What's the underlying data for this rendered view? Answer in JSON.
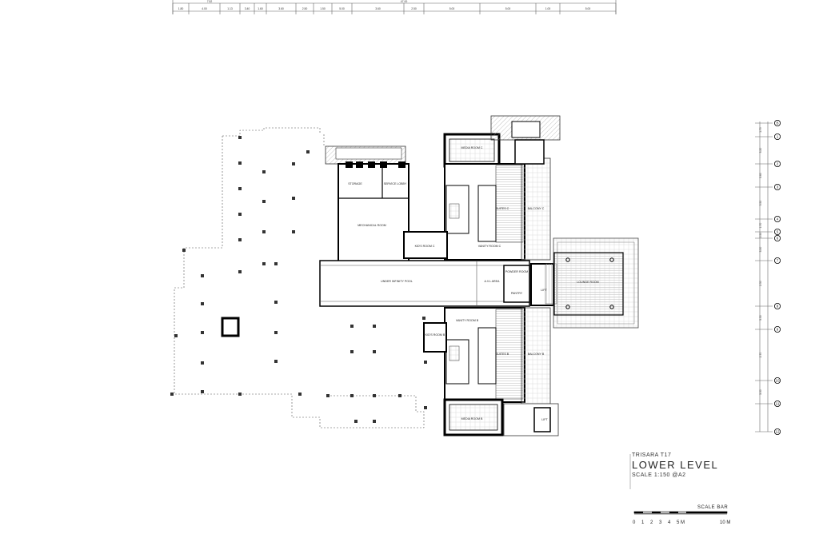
{
  "title_block": {
    "project": "TRISARA T17",
    "sheet_title": "LOWER LEVEL",
    "scale_note": "SCALE  1:150 @A2"
  },
  "scale_bar": {
    "label": "SCALE BAR",
    "ticks": [
      "0",
      "1",
      "2",
      "3",
      "4",
      "5 M",
      "10 M"
    ]
  },
  "top_dimensions": {
    "overall": [
      "7.52",
      "47.00"
    ],
    "segments": [
      "1.80",
      "4.00",
      "1.13",
      "3.40",
      "1.60",
      "3.60",
      "2.50",
      "1.50",
      "5.00",
      "3.60",
      "2.50",
      "5.00",
      "5.00",
      "1.00",
      "5.00"
    ]
  },
  "right_grid": {
    "bubbles": [
      "B",
      "1",
      "2",
      "3",
      "4",
      "5",
      "6",
      "7",
      "8",
      "9",
      "10",
      "11",
      "12",
      "13",
      "14"
    ],
    "dimensions": [
      "1.70",
      "3.20",
      "3.60",
      "5.50",
      "1.70",
      "2.50",
      "3.50",
      "2.50",
      "5.50",
      "2.70",
      "3.50"
    ]
  },
  "rooms": {
    "media_c": "MEDIA ROOM C",
    "storage": "STORAGE",
    "service_lobby": "SERVICE LOBBY",
    "mechanical": "MECHANICAL ROOM",
    "suites_c": "SUITES C",
    "balcony_c": "BALCONY C",
    "kids_c": "KID'S ROOM C",
    "vanity_c": "VANITY ROOM C",
    "powder": "POWDER ROOM",
    "pool": "UNDER INFINITY POOL",
    "av_area": "A.V.L AREA",
    "pantry": "PANTRY",
    "lift": "LIFT",
    "lounge": "LOUNGE ROOM",
    "vanity_b": "VANITY ROOM B",
    "kids_b": "KID'S ROOM B",
    "suites_b": "SUITES B",
    "balcony_b": "BALCONY B",
    "media_b": "MEDIA ROOM B",
    "lift_b": "LIFT"
  }
}
